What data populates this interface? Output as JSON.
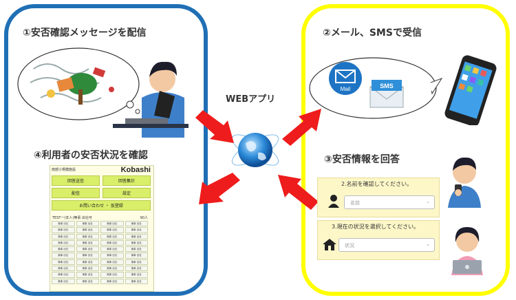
{
  "steps": {
    "step1": "①安否確認メッセージを配信",
    "step2": "②メール、SMSで受信",
    "step3": "③安否情報を回答",
    "step4": "④利用者の安否状況を確認"
  },
  "center_label": "WEBアプリ",
  "mail_icon_text": "Mail",
  "sms_icon_text": "SMS",
  "admin_screen": {
    "facility": "南部小規模施設",
    "brand": "Kobashi",
    "buttons": [
      "回答送信",
      "回答集計",
      "配信",
      "設定",
      "お問い合わせ ・ 仮登録"
    ],
    "list_header": "TEST一(本人)無事  出社可",
    "list_count": "90人",
    "row_cell": "無事 出社"
  },
  "answer_form": {
    "q2_label": "2.名前を確認してください。",
    "q2_placeholder": "名前",
    "q3_label": "3.現在の状況を選択してください。",
    "q3_placeholder": "状況"
  },
  "colors": {
    "left_border": "#1f6fb5",
    "right_border": "#ffff00",
    "arrow": "#ee1c1c",
    "button": "#d9ef6a"
  }
}
